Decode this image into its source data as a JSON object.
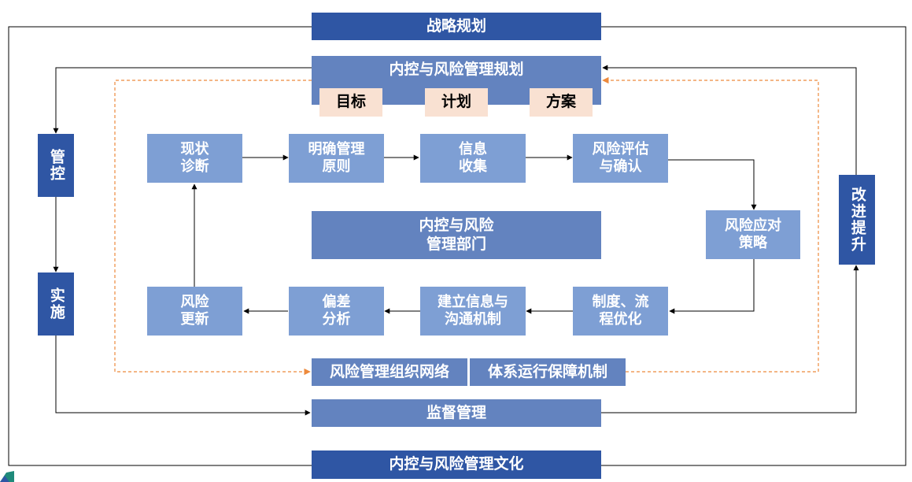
{
  "top": {
    "strategy": "战略规划",
    "plan": "内控与风险管理规划",
    "culture": "内控与风险管理文化"
  },
  "plan_items": [
    "目标",
    "计划",
    "方案"
  ],
  "sides": {
    "control": "管控",
    "implement": "实施",
    "improve": "改进提升"
  },
  "center": "内控与风险\n管理部门",
  "cycle": {
    "diagnosis": "现状\n诊断",
    "principles": "明确管理\n原则",
    "info_collect": "信息\n收集",
    "assess": "风险评估\n与确认",
    "response": "风险应对\n策略",
    "process": "制度、流\n程优化",
    "comm": "建立信息与\n沟通机制",
    "deviation": "偏差\n分析",
    "update": "风险\n更新"
  },
  "bottom": {
    "org_network": "风险管理组织网络",
    "operation": "体系运行保障机制",
    "supervision": "监督管理"
  },
  "colors": {
    "dark": "#2f56a4",
    "mid": "#6383bf",
    "light": "#7e9fd4",
    "peach": "#f9e1d2",
    "dashed": "#ed8a3c"
  }
}
